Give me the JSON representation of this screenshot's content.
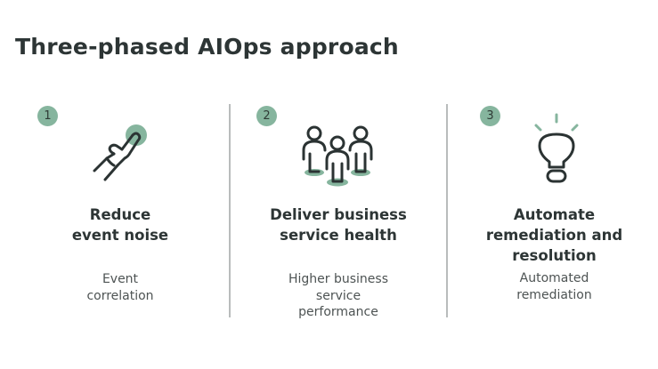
{
  "page": {
    "title": "Three-phased AIOps approach"
  },
  "theme": {
    "accent": "#86b59e",
    "text_dark": "#2d3535",
    "text_muted": "#4d5353",
    "divider": "#b9bcbc"
  },
  "phases": [
    {
      "number": "1",
      "icon": "hand-pointer-icon",
      "title_line1": "Reduce",
      "title_line2": "event noise",
      "subtitle_line1": "Event",
      "subtitle_line2": "correlation"
    },
    {
      "number": "2",
      "icon": "people-group-icon",
      "title_line1": "Deliver business",
      "title_line2": "service health",
      "subtitle_line1": "Higher business",
      "subtitle_line2": "service",
      "subtitle_line3": "performance"
    },
    {
      "number": "3",
      "icon": "lightbulb-icon",
      "title_line1": "Automate",
      "title_line2": "remediation and",
      "title_line3": "resolution",
      "subtitle_line1": "Automated",
      "subtitle_line2": "remediation"
    }
  ]
}
